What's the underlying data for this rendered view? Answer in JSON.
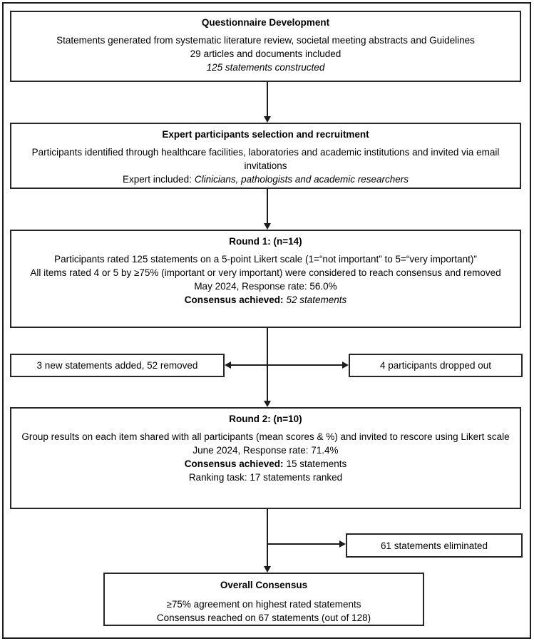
{
  "colors": {
    "line": "#1c1c1c",
    "box_border": "#262626",
    "background": "#ffffff",
    "text": "#000000"
  },
  "flowchart": {
    "questionnaire": {
      "title": "Questionnaire Development",
      "line1": "Statements generated from systematic literature review, societal meeting abstracts and Guidelines",
      "line2": "29 articles and documents included",
      "line3_italic": "125 statements constructed"
    },
    "expert": {
      "title": "Expert participants selection and recruitment",
      "line1": "Participants identified through healthcare facilities, laboratories and academic institutions and invited via email invitations",
      "line2_prefix": "Expert included:",
      "line2_italic": "Clinicians, pathologists and academic researchers"
    },
    "round1": {
      "title": "Round 1: (n=14)",
      "line1": "Participants rated 125 statements on a 5-point Likert scale (1=“not important” to 5=“very important)”",
      "line2": "All items rated 4 or 5 by ≥75% (important or very important) were considered to reach consensus and removed",
      "line3": "May 2024, Response rate: 56.0%",
      "line4_bold": "Consensus achieved:",
      "line4_italic": "52 statements"
    },
    "added": {
      "label": "3 new statements added, 52 removed"
    },
    "dropped": {
      "label": "4 participants dropped out"
    },
    "round2": {
      "title": "Round 2: (n=10)",
      "line1": "Group results on each item shared with all participants (mean scores & %) and invited to rescore using Likert scale",
      "line2": "June 2024, Response rate: 71.4%",
      "line3_bold": "Consensus achieved:",
      "line3_rest": "15 statements",
      "line4": "Ranking task: 17 statements ranked"
    },
    "eliminated": {
      "label": "61 statements eliminated"
    },
    "overall": {
      "title": "Overall Consensus",
      "line1": "≥75% agreement on highest rated statements",
      "line2": "Consensus reached on 67 statements (out of 128)"
    }
  }
}
